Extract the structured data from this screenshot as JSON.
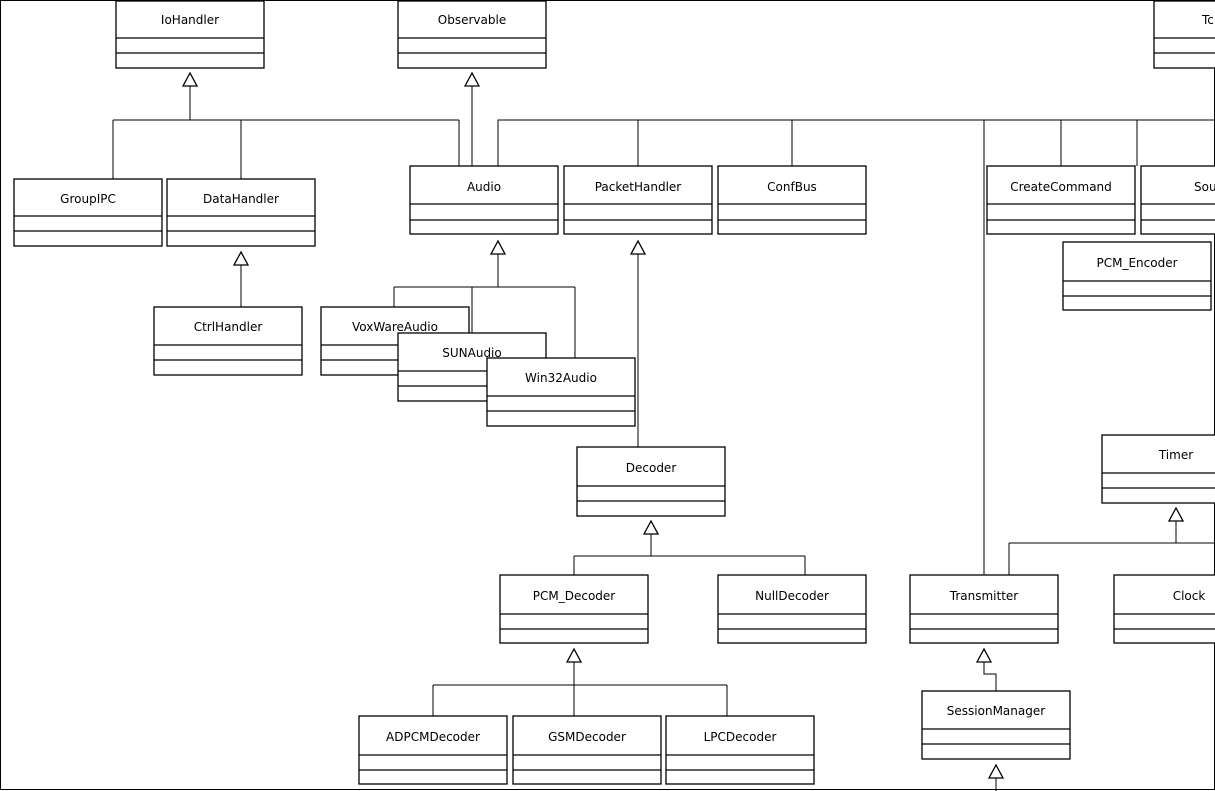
{
  "classes": {
    "iohandler": "IoHandler",
    "observable": "Observable",
    "tc": "Tc",
    "groupipc": "GroupIPC",
    "datahandler": "DataHandler",
    "audio": "Audio",
    "packethandler": "PacketHandler",
    "confbus": "ConfBus",
    "createcommand": "CreateCommand",
    "sou": "Sou",
    "pcm_encoder": "PCM_Encoder",
    "ctrlhandler": "CtrlHandler",
    "voxwareaudio": "VoxWareAudio",
    "sunaudio": "SUNAudio",
    "win32audio": "Win32Audio",
    "decoder": "Decoder",
    "timer": "Timer",
    "pcm_decoder": "PCM_Decoder",
    "nulldecoder": "NullDecoder",
    "transmitter": "Transmitter",
    "clock": "Clock",
    "sessionmanager": "SessionManager",
    "adpcmdecoder": "ADPCMDecoder",
    "gsmdecoder": "GSMDecoder",
    "lpcdecoder": "LPCDecoder"
  },
  "colors": {
    "stroke": "#000000",
    "fill": "#ffffff"
  }
}
